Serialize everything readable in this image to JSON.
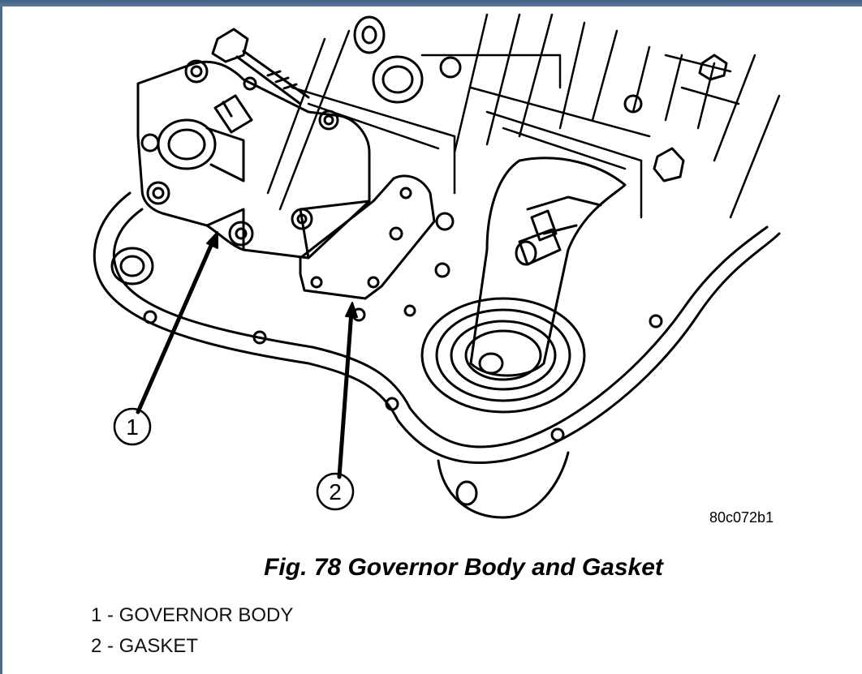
{
  "figure": {
    "image_code": "80c072b1",
    "caption": "Fig. 78 Governor Body and Gasket"
  },
  "callouts": [
    {
      "number": "1"
    },
    {
      "number": "2"
    }
  ],
  "legend": [
    {
      "text": "1 - GOVERNOR BODY"
    },
    {
      "text": "2 - GASKET"
    }
  ]
}
